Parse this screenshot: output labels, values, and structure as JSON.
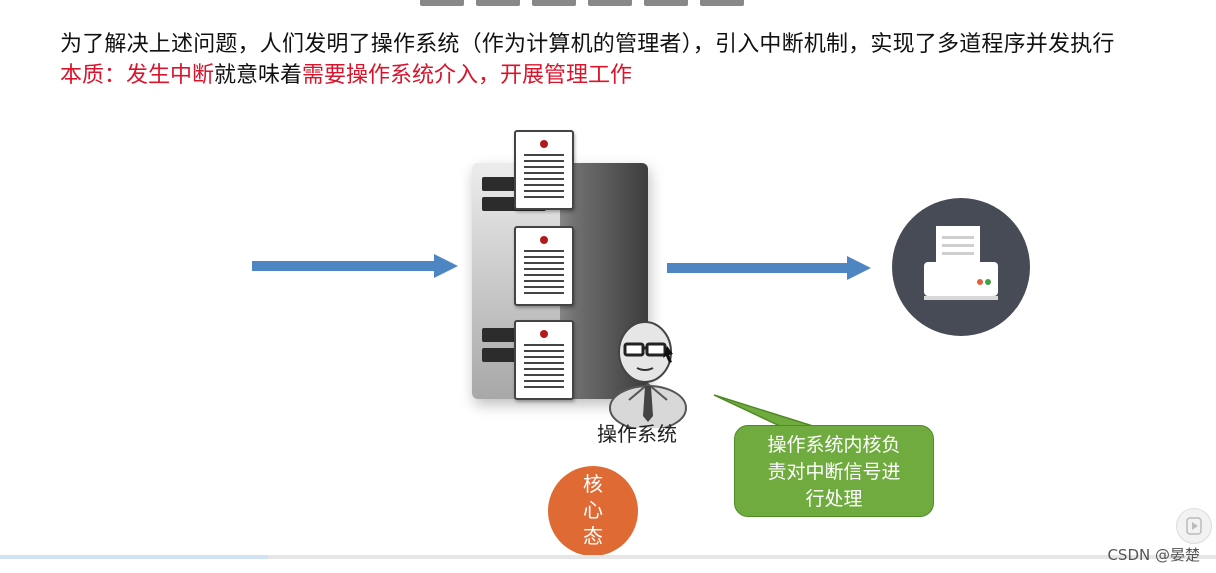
{
  "slide": {
    "line1": "为了解决上述问题，人们发明了操作系统（作为计算机的管理者），引入中断机制，实现了多道程序并发执行",
    "line2_part1": "本质：发生中断",
    "line2_part2": "就意味着",
    "line2_part3": "需要操作系统介入，开展管理工作",
    "os_label": "操作系统",
    "callout_lines": [
      "操作系统内核负",
      "责对中断信号进",
      "行处理"
    ],
    "kernel_chars": [
      "核",
      "心",
      "态"
    ]
  },
  "player": {
    "progress": 0.22
  },
  "watermark": "CSDN @晏楚",
  "colors": {
    "emphasis_red": "#d9142b",
    "arrow_blue": "#4e86c4",
    "callout_green": "#6fab3e",
    "kernel_orange": "#e06a34",
    "printer_circle": "#474b55"
  },
  "icons": {
    "printer": "printer-icon",
    "person": "person-icon",
    "server": "server-icon",
    "document": "document-icon",
    "play": "play-icon"
  }
}
